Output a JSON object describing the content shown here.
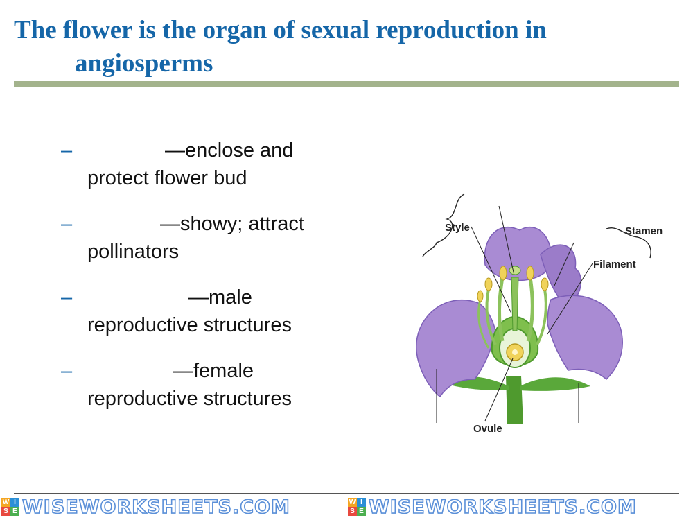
{
  "title": {
    "line1": "The flower is the organ of sexual reproduction in",
    "line2": "angiosperms"
  },
  "bullets": [
    {
      "dash": "–",
      "text1": "—enclose and",
      "text2": "protect flower bud",
      "blank_width": 112
    },
    {
      "dash": "–",
      "text1": "—showy; attract",
      "text2": "pollinators",
      "blank_width": 105
    },
    {
      "dash": "–",
      "text1": "—male",
      "text2": "reproductive structures",
      "blank_width": 146
    },
    {
      "dash": "–",
      "text1": "—female",
      "text2": "reproductive structures",
      "blank_width": 124
    }
  ],
  "diagram": {
    "labels": {
      "style": "Style",
      "stamen": "Stamen",
      "filament": "Filament",
      "ovule": "Ovule"
    },
    "colors": {
      "petal": "#a98bd3",
      "petal_dark": "#7d5fb8",
      "stem": "#4f9a2e",
      "leaf": "#5aa83a",
      "anther": "#f0d35a",
      "ovary": "#e8f4d8"
    }
  },
  "footer": {
    "brand": "WISEWORKSHEETS.COM",
    "logo_letters": [
      "W",
      "I",
      "S",
      "E"
    ]
  }
}
